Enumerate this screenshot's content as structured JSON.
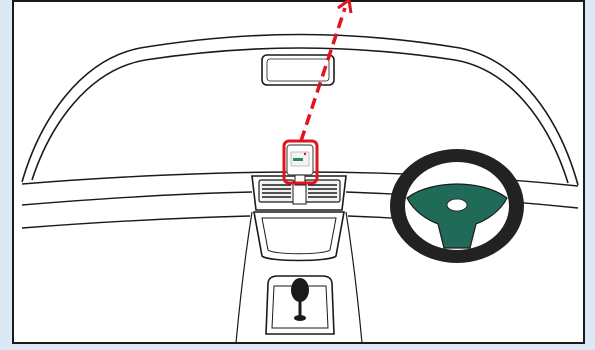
{
  "figure": {
    "background_color": "#dce9f5",
    "panel_color": "#ffffff",
    "outline_color": "#1a1a1a",
    "accent_color": "#1f6b57",
    "arrow_color": "#e0141e",
    "highlight_color": "#e0141e",
    "device_screen_color": "#2e8b57",
    "icons": [
      "windshield-outline",
      "rearview-mirror",
      "dashboard",
      "air-vent",
      "steering-wheel",
      "gear-shifter",
      "windshield-device",
      "upward-arrow"
    ]
  }
}
